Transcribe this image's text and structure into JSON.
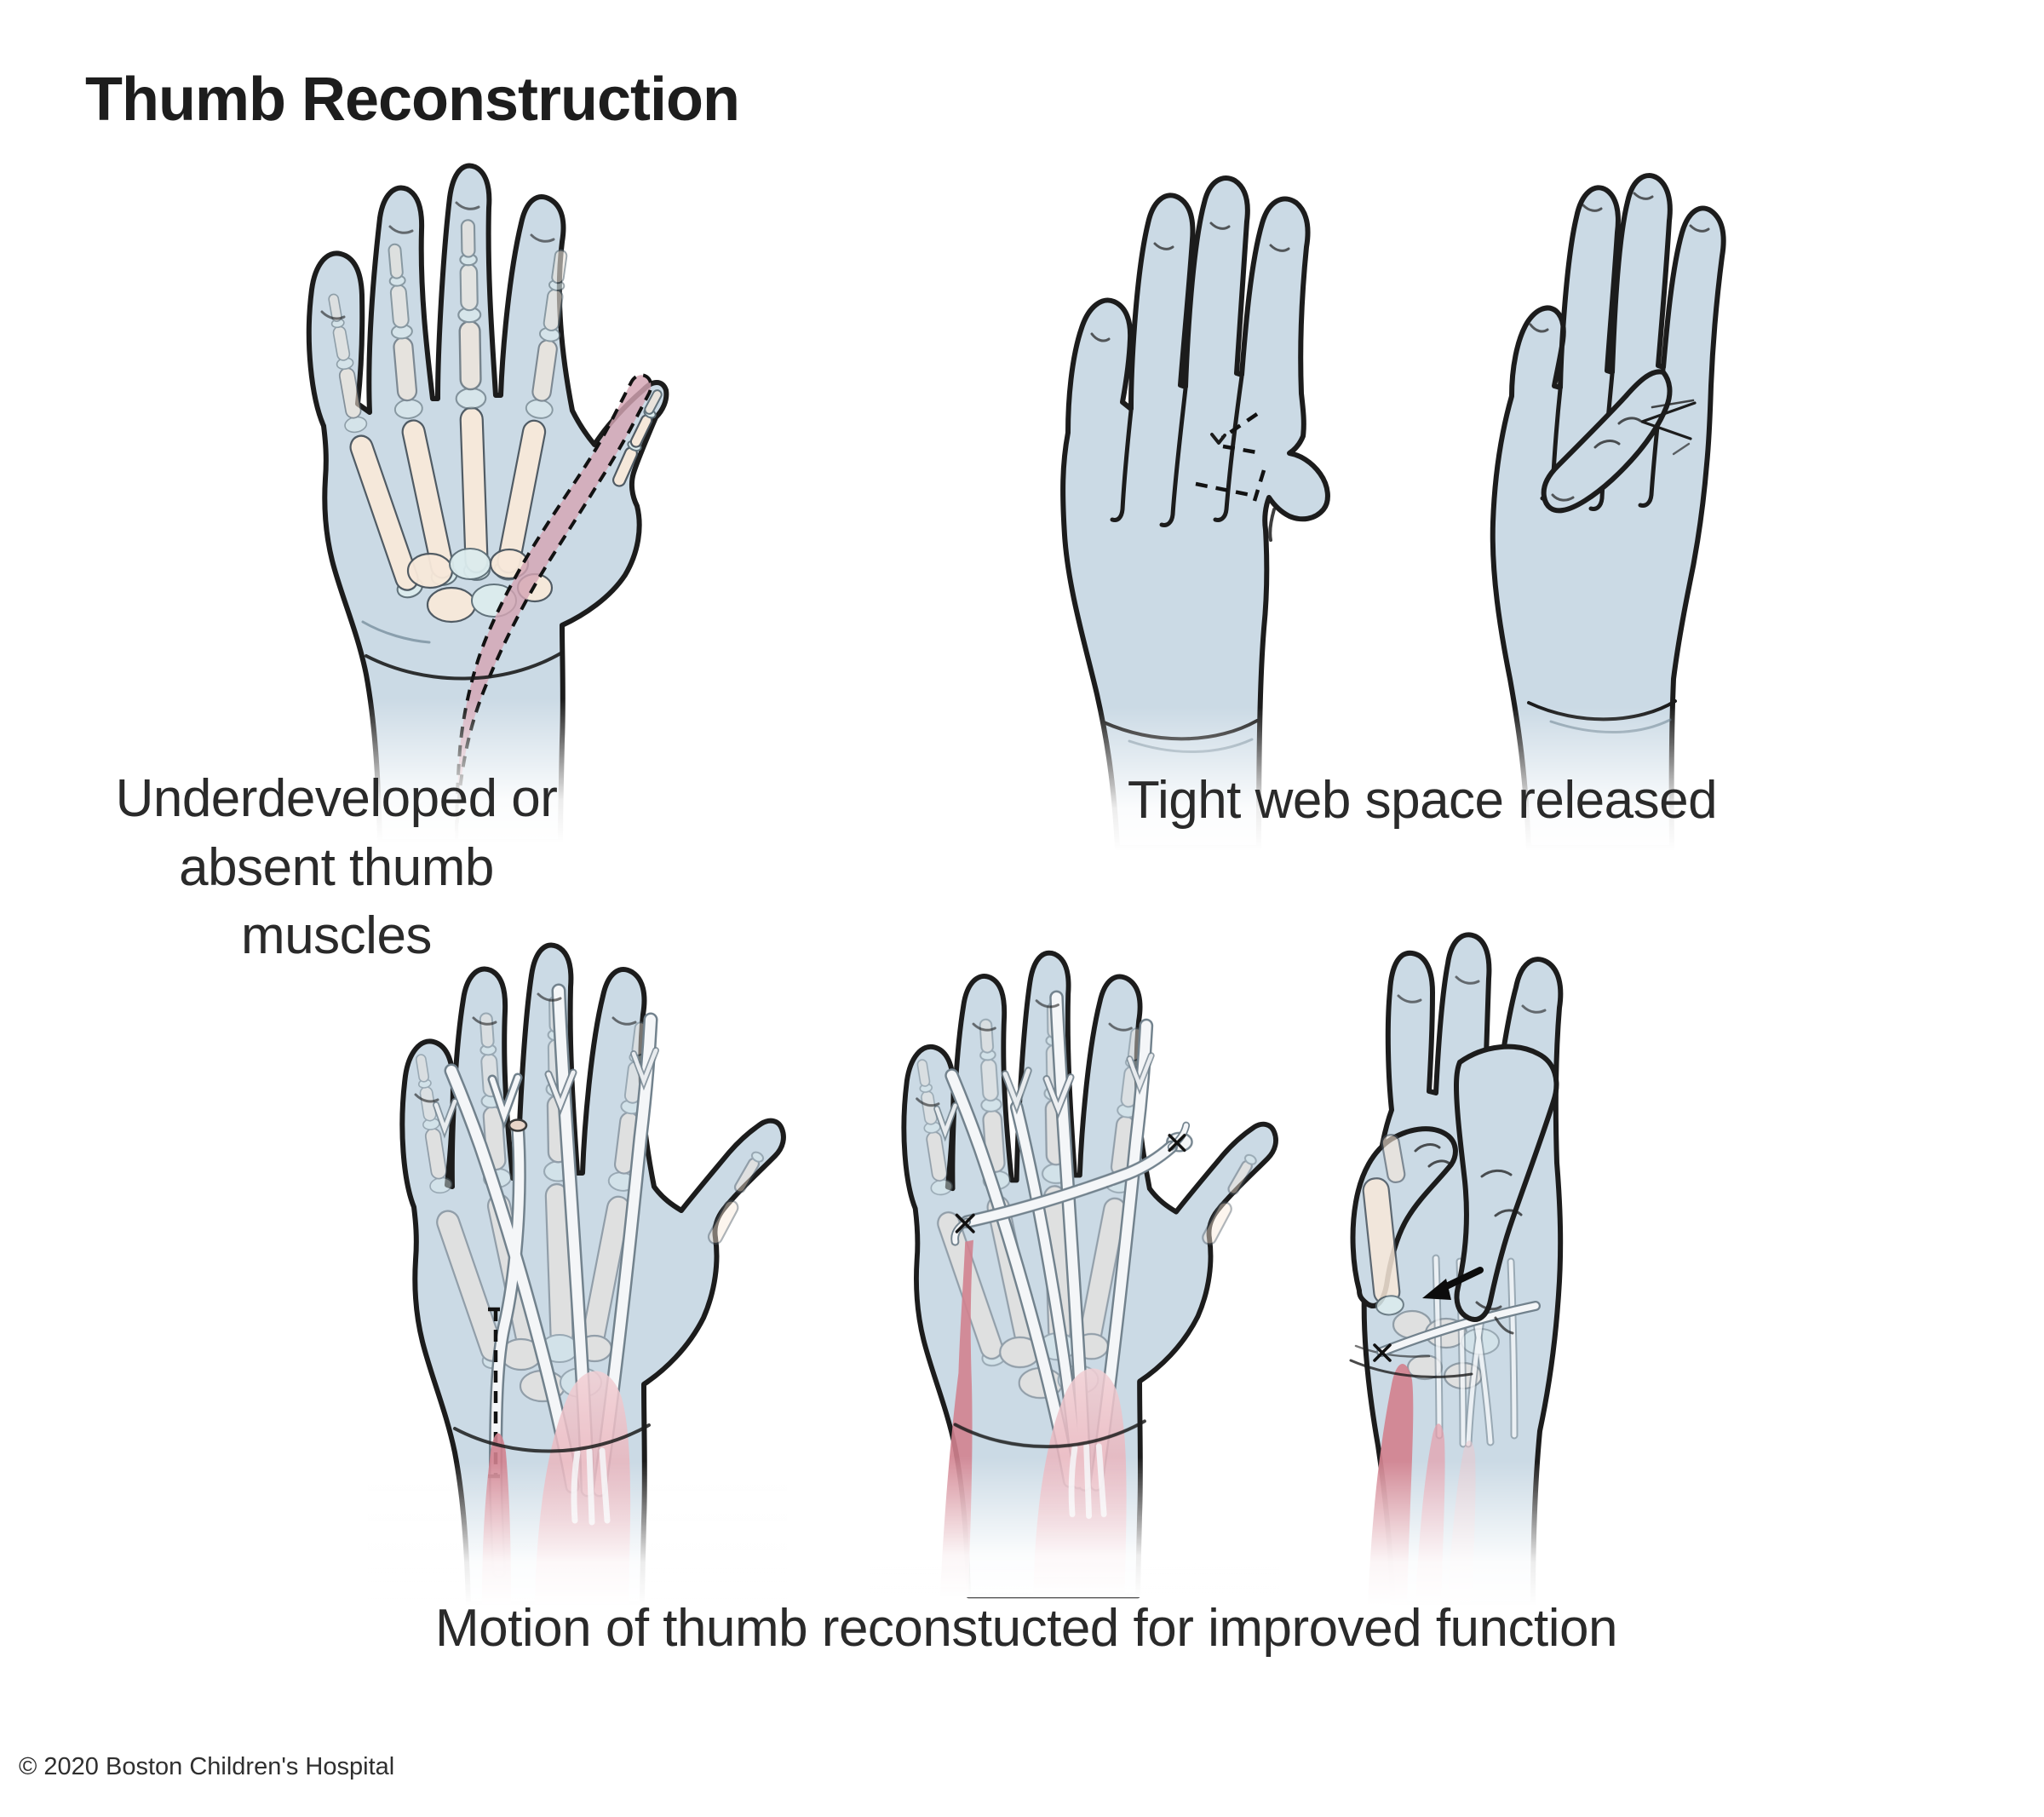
{
  "title": "Thumb Reconstruction",
  "figures": {
    "underdeveloped": {
      "caption": "Underdeveloped or absent thumb muscles"
    },
    "web_space": {
      "caption": "Tight web space released"
    },
    "motion": {
      "caption": "Motion of thumb reconstucted for improved function"
    }
  },
  "footer": {
    "copyright": "© 2020 Boston Children's Hospital"
  },
  "colors": {
    "skin": "#cbdae5",
    "outline": "#1c1c1c",
    "bone_cream": "#f8e9da",
    "joint_blue": "#dcecee",
    "muscle_pink_dark": "#d2828f",
    "muscle_pink": "#dd96a2",
    "muscle_pink_light": "#f2cfd4",
    "tendon_white": "#f4f6f8",
    "tendon_outline": "#72828d",
    "marking_dash": "#121212"
  }
}
